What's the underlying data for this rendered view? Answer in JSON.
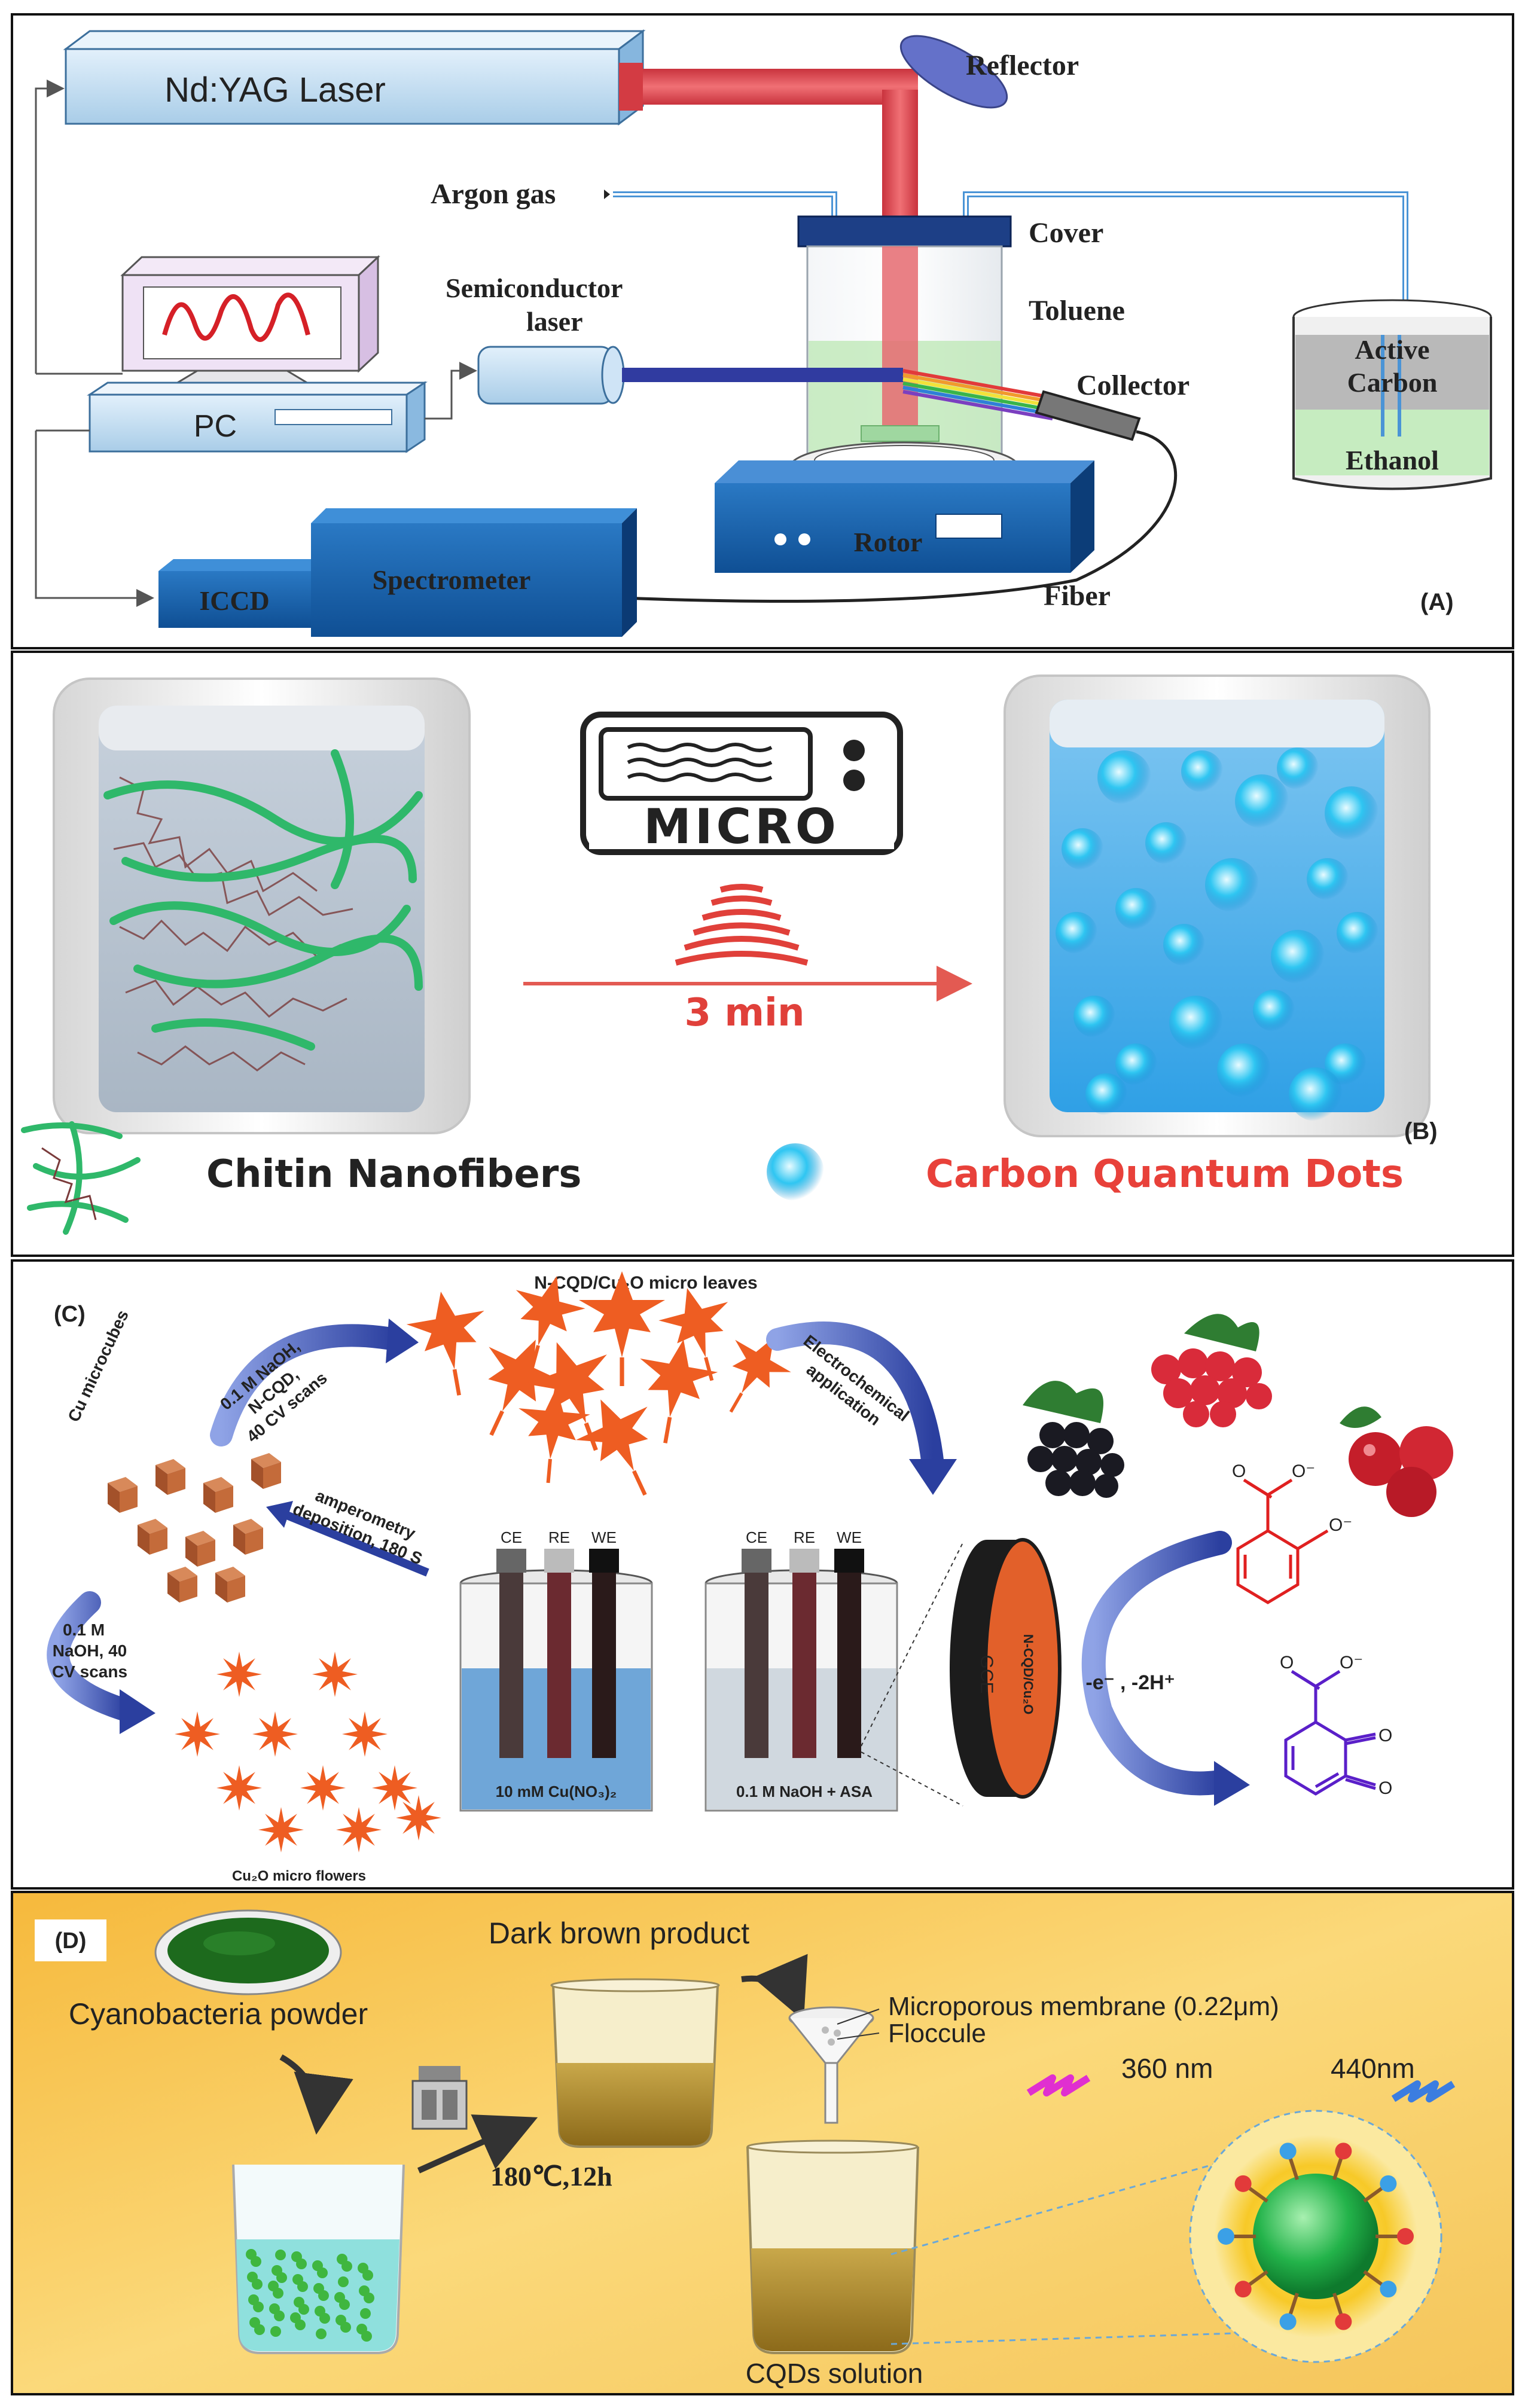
{
  "panel_a": {
    "tag": "(A)",
    "laser": "Nd:YAG Laser",
    "reflector": "Reflector",
    "argon": "Argon gas",
    "cover": "Cover",
    "toluene": "Toluene",
    "semiconductor_1": "Semiconductor",
    "semiconductor_2": "laser",
    "collector": "Collector",
    "pc": "PC",
    "active": "Active",
    "carbon": "Carbon",
    "ethanol": "Ethanol",
    "rotor": "Rotor",
    "iccd": "ICCD",
    "spectrometer": "Spectrometer",
    "fiber": "Fiber"
  },
  "panel_b": {
    "tag": "(B)",
    "micro": "MICRO",
    "time": "3 min",
    "legend_chitin": "Chitin Nanofibers",
    "legend_cqd": "Carbon Quantum Dots",
    "colors": {
      "chitin": "#2fb86a",
      "cqd_text": "#e8413a",
      "time": "#e0403a"
    }
  },
  "panel_c": {
    "tag": "(C)",
    "top_title": "N-CQD/Cu₂O micro leaves",
    "step1": [
      "0.1 M NaOH,",
      "N-CQD,",
      "40 CV scans"
    ],
    "electro": [
      "Electrochemical",
      "application"
    ],
    "cu_micro": "Cu microcubes",
    "amperometry": [
      "amperometry",
      "deposition, 180 S"
    ],
    "naoh40": [
      "0.1 M",
      "NaOH, 40",
      "CV scans"
    ],
    "flowers": "Cu₂O micro flowers",
    "ce": "CE",
    "re": "RE",
    "we": "WE",
    "beaker1": "10 mM Cu(NO₃)₂",
    "beaker2": "0.1 M NaOH + ASA",
    "gce": "GCE",
    "gce_side": "N-CQD/Cu₂O",
    "reaction": "-e⁻ , -2H⁺",
    "o_minus": "O⁻",
    "o_label": "O"
  },
  "panel_d": {
    "tag": "(D)",
    "dark_brown": "Dark brown product",
    "cyano": "Cyanobacteria powder",
    "membrane": "Microporous membrane (0.22μm)",
    "floccule": "Floccule",
    "nm360": "360 nm",
    "nm440": "440nm",
    "temp": "180℃,12h",
    "cqds": "CQDs solution",
    "colors": {
      "bg": "#f8c94a"
    }
  }
}
